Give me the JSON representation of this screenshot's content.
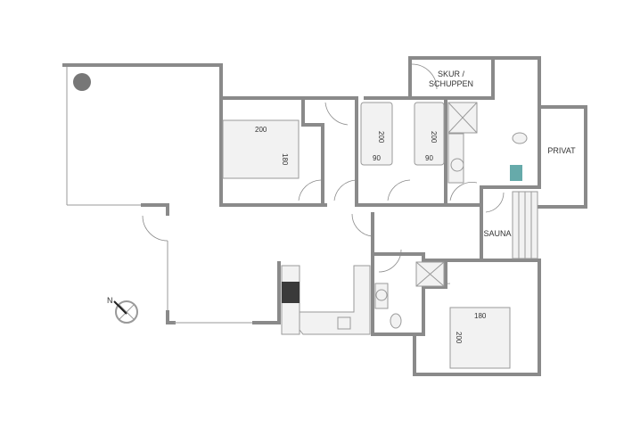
{
  "rooms": {
    "shed": {
      "line1": "SKUR /",
      "line2": "SCHUPPEN"
    },
    "privat": "PRIVAT",
    "sauna": "SAUNA"
  },
  "beds": {
    "master": {
      "length": "200",
      "width": "180"
    },
    "single_1": {
      "length": "200",
      "width": "90"
    },
    "single_2": {
      "length": "200",
      "width": "90"
    },
    "lower": {
      "width": "180",
      "length": "200"
    }
  },
  "compass": {
    "label": "N"
  },
  "colors": {
    "wall": "#8a8a8a",
    "fixture": "#f2f2f2",
    "cooktop": "#3a3a3a"
  }
}
